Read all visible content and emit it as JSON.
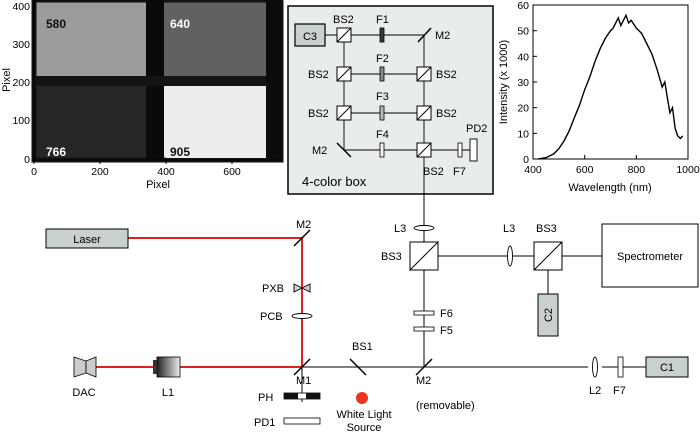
{
  "image_panel": {
    "quadrant_labels": [
      "580",
      "640",
      "766",
      "905"
    ],
    "xlabel": "Pixel",
    "ylabel": "Pixel",
    "x_ticks": [
      "0",
      "200",
      "400",
      "600"
    ],
    "y_ticks": [
      "0",
      "100",
      "200",
      "300",
      "400"
    ],
    "quadrant_colors": [
      "#9c9c9c",
      "#616161",
      "#262626",
      "#ededed"
    ]
  },
  "four_color_box": {
    "title": "4-color box",
    "camera_label": "C3",
    "labels": {
      "bs2_top_left": "BS2",
      "f1": "F1",
      "m2_top_right": "M2",
      "bs2_r2_left": "BS2",
      "f2": "F2",
      "bs2_r2_right": "BS2",
      "bs2_r3_left": "BS2",
      "f3": "F3",
      "bs2_r3_right": "BS2",
      "m2_bottom_left": "M2",
      "f4": "F4",
      "pd2": "PD2",
      "bs2_bottom": "BS2",
      "f7": "F7"
    }
  },
  "chart_data": {
    "type": "line",
    "xlabel": "Wavelength (nm)",
    "ylabel": "Intensity (x 1000)",
    "xlim": [
      400,
      1000
    ],
    "ylim": [
      0,
      60
    ],
    "x_ticks": [
      400,
      600,
      800,
      1000
    ],
    "y_ticks": [
      0,
      10,
      20,
      30,
      40,
      50,
      60
    ],
    "x": [
      420,
      450,
      480,
      500,
      520,
      540,
      560,
      580,
      600,
      620,
      640,
      660,
      680,
      700,
      710,
      720,
      730,
      740,
      750,
      760,
      770,
      780,
      800,
      820,
      840,
      860,
      880,
      900,
      910,
      920,
      930,
      940,
      950,
      960,
      970,
      980
    ],
    "y": [
      0,
      0.5,
      2,
      4,
      7,
      11,
      16,
      21,
      27,
      32,
      38,
      43,
      47,
      50,
      51,
      53,
      55,
      52,
      54,
      56,
      53,
      54,
      51,
      49,
      45,
      41,
      35,
      28,
      30,
      24,
      18,
      20,
      12,
      9,
      8,
      9
    ]
  },
  "setup": {
    "labels": {
      "laser": "Laser",
      "m2_top": "M2",
      "pxb": "PXB",
      "pcb": "PCB",
      "dac": "DAC",
      "l1": "L1",
      "m1": "M1",
      "bs1": "BS1",
      "ph": "PH",
      "pd1": "PD1",
      "white_light_line1": "White Light",
      "white_light_line2": "Source",
      "m2_center": "M2",
      "m2_removable": "(removable)",
      "l3_vertical": "L3",
      "bs3_left": "BS3",
      "f6": "F6",
      "f5": "F5",
      "l3_horizontal": "L3",
      "bs3_right": "BS3",
      "spectrometer": "Spectrometer",
      "c2": "C2",
      "l2": "L2",
      "f7": "F7",
      "c1": "C1"
    },
    "laser_color": "#e02020",
    "box_fill": "#c8d0d0"
  }
}
